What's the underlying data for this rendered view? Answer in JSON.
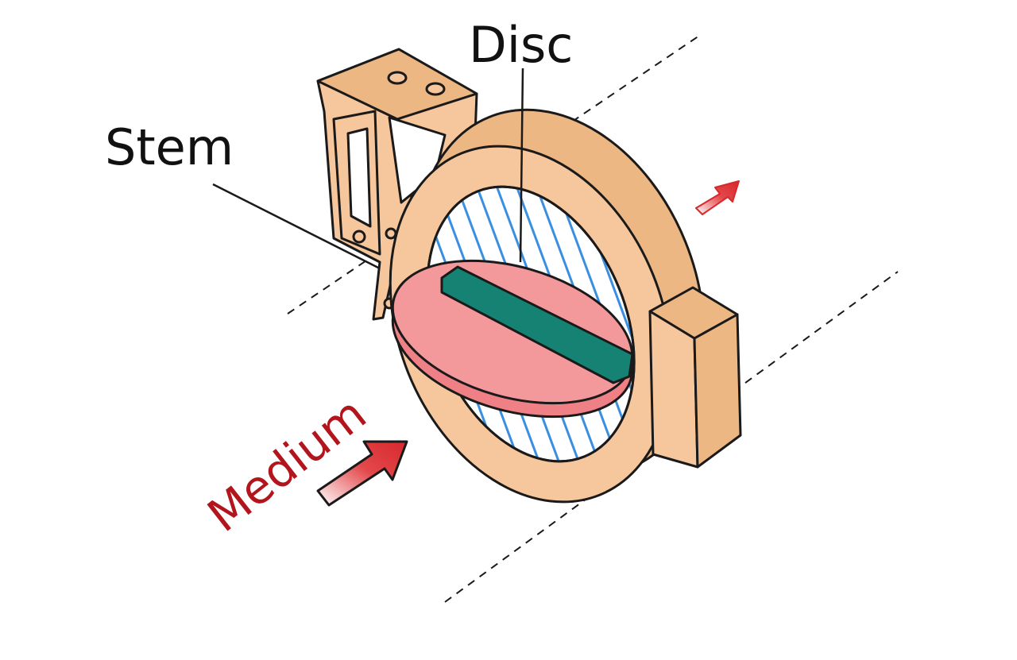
{
  "labels": {
    "stem": "Stem",
    "disc": "Disc",
    "medium": "Medium"
  },
  "colors": {
    "body": "#f6c79c",
    "body_shade": "#edb784",
    "disc": "#f4999b",
    "disc_edge": "#ee8086",
    "stem_bar": "#158274",
    "hatch": "#3a8fe0",
    "medium_text": "#b3151d",
    "arrow": "#d8282c",
    "line": "#1a1a1a"
  },
  "icons": {
    "flow_in": "arrow-right-icon",
    "flow_out": "arrow-right-icon"
  }
}
